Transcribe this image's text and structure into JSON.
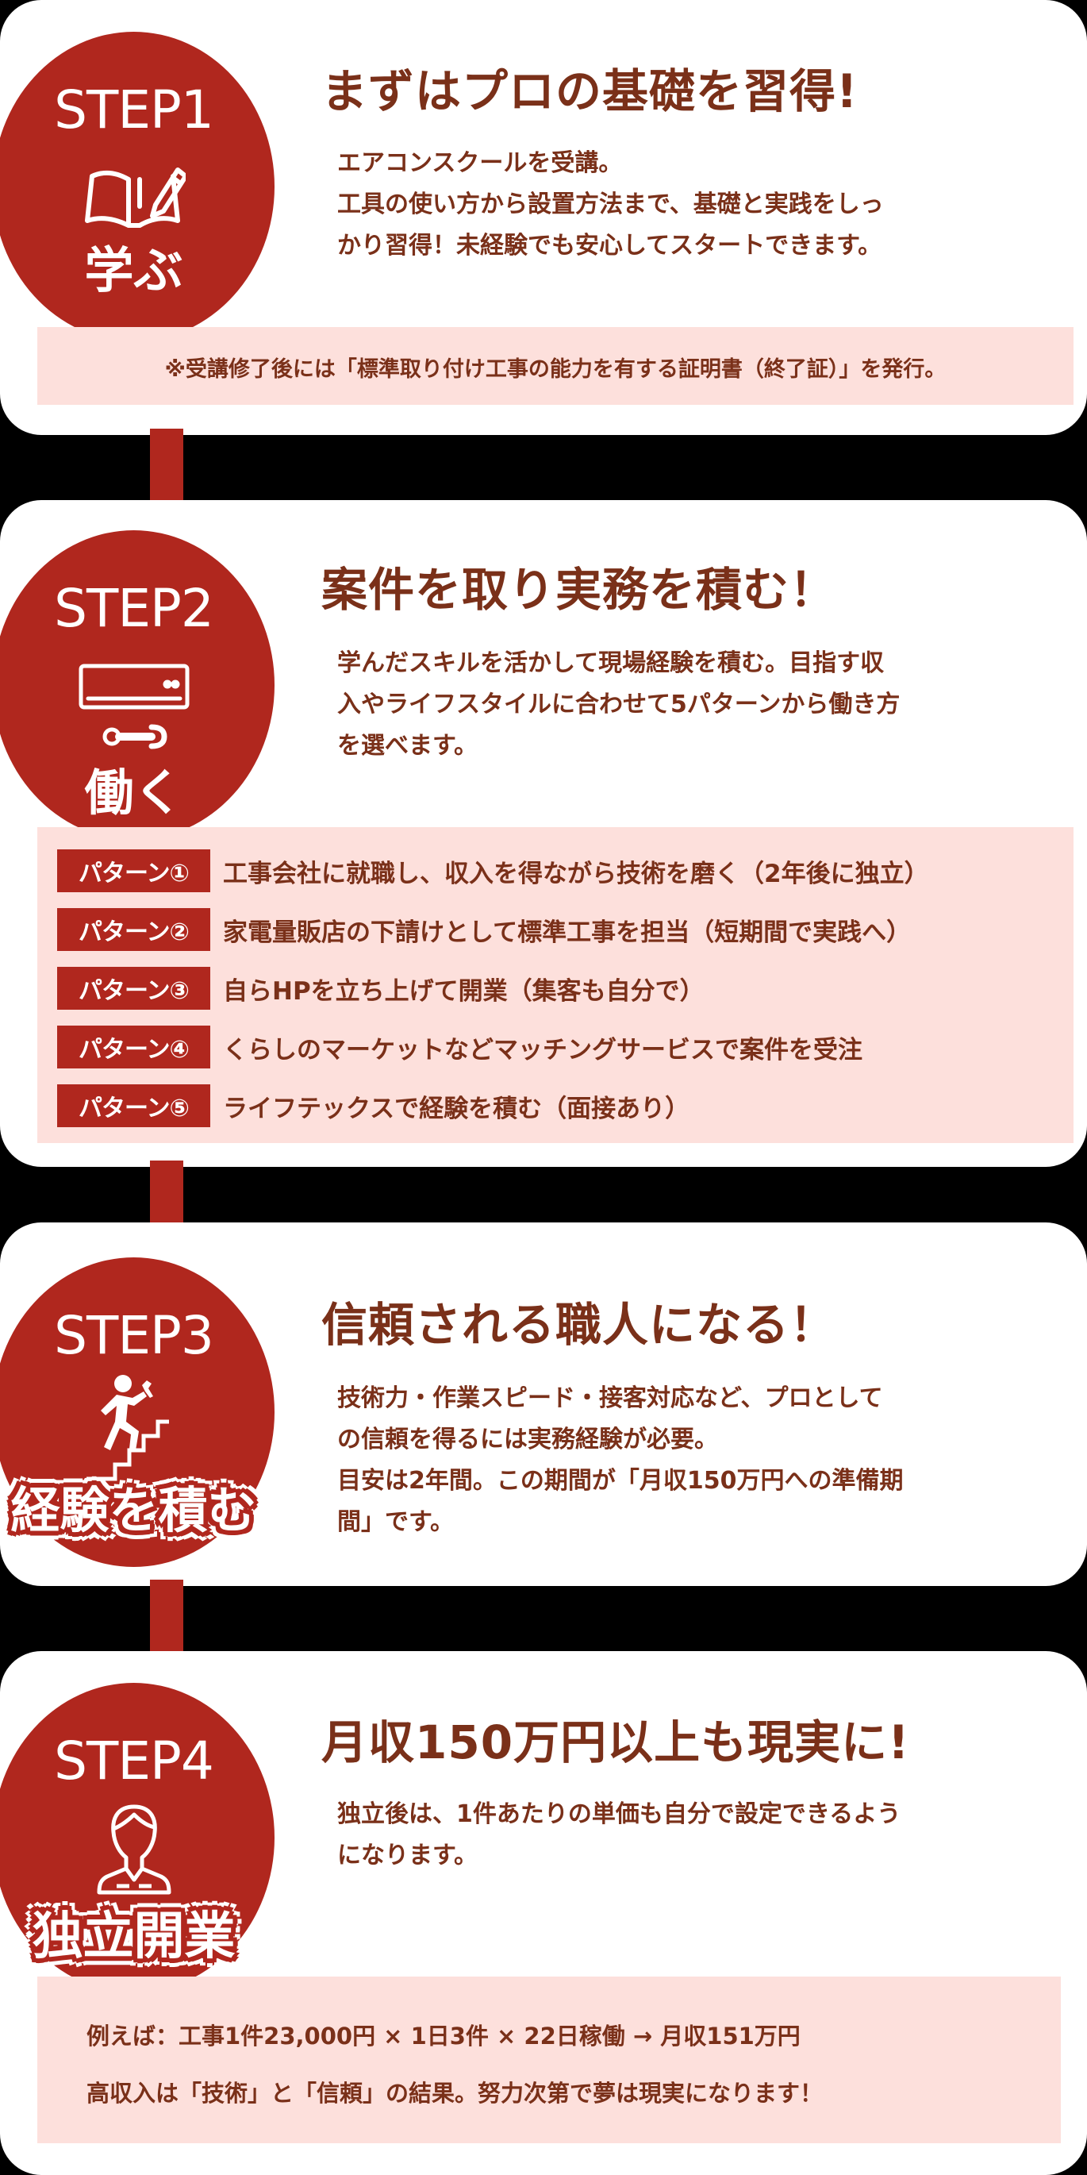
{
  "colors": {
    "accent_red": "#b0271e",
    "text_brown": "#7a3019",
    "note_bg": "#fde0dc",
    "card_bg": "#ffffff",
    "page_bg": "#000000"
  },
  "steps": [
    {
      "step_label": "STEP1",
      "icon": "book-pencil-icon",
      "verb": "学ぶ",
      "headline": "まずはプロの基礎を習得!",
      "body": [
        "エアコンスクールを受講。",
        "工具の使い方から設置方法まで、基礎と実践をしっ",
        "かり習得！未経験でも安心してスタートできます。"
      ],
      "note": "※受講修了後には「標準取り付け工事の能力を有する証明書（終了証）」を発行。"
    },
    {
      "step_label": "STEP2",
      "icon": "air-conditioner-wrench-icon",
      "verb": "働く",
      "headline": "案件を取り実務を積む！",
      "body": [
        "学んだスキルを活かして現場経験を積む。目指す収",
        "入やライフスタイルに合わせて5パターンから働き方",
        "を選べます。"
      ],
      "patterns": [
        {
          "tag": "パターン①",
          "text": "工事会社に就職し、収入を得ながら技術を磨く（2年後に独立）"
        },
        {
          "tag": "パターン②",
          "text": "家電量販店の下請けとして標準工事を担当（短期間で実践へ）"
        },
        {
          "tag": "パターン③",
          "text": "自らHPを立ち上げて開業（集客も自分で）"
        },
        {
          "tag": "パターン④",
          "text": "くらしのマーケットなどマッチングサービスで案件を受注"
        },
        {
          "tag": "パターン⑤",
          "text": "ライフテックスで経験を積む（面接あり）"
        }
      ]
    },
    {
      "step_label": "STEP3",
      "icon": "climbing-stairs-worker-icon",
      "verb": "経験を積む",
      "headline": "信頼される職人になる！",
      "body": [
        "技術力・作業スピード・接客対応など、プロとして",
        "の信頼を得るには実務経験が必要。",
        "目安は2年間。この期間が「月収150万円への準備期",
        "間」です。"
      ]
    },
    {
      "step_label": "STEP4",
      "icon": "person-avatar-icon",
      "verb": "独立開業",
      "headline": "月収150万円以上も現実に!",
      "body": [
        "独立後は、1件あたりの単価も自分で設定できるよう",
        "になります。"
      ],
      "example": [
        "例えば：工事1件23,000円 × 1日3件 × 22日稼働 → 月収151万円",
        "高収入は「技術」と「信頼」の結果。努力次第で夢は現実になります！"
      ]
    }
  ]
}
